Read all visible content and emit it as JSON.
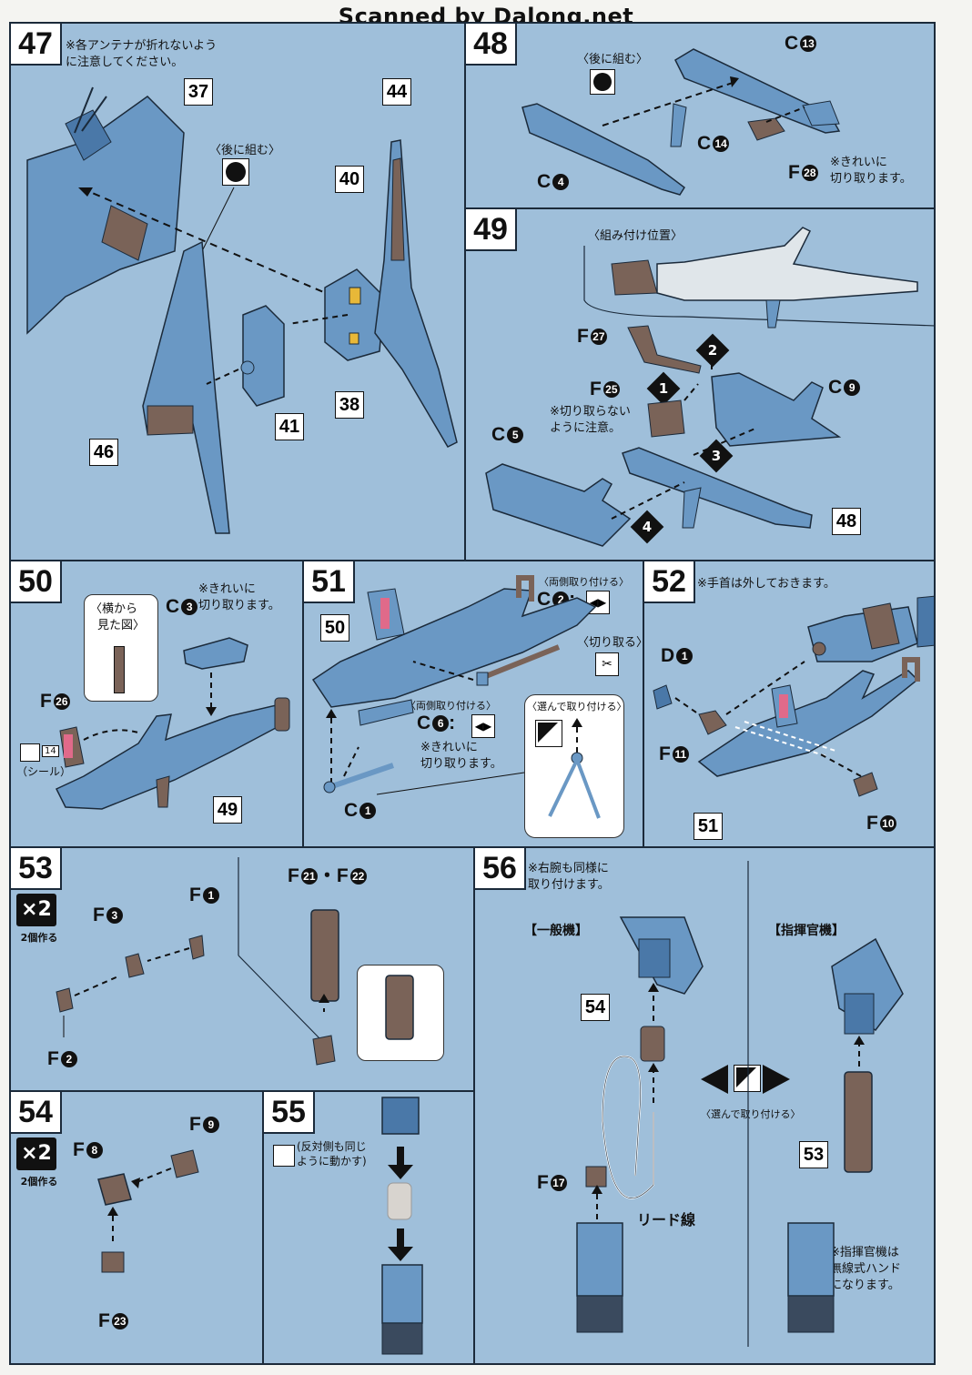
{
  "watermark": "Scanned by Dalong.net",
  "colors": {
    "panel": "#9fbfda",
    "part_blue": "#6a98c4",
    "part_brown": "#7a6358",
    "border": "#1b2a3a",
    "accent": "#e06a8a"
  },
  "steps": {
    "s47": {
      "num": "47",
      "note1": "※各アンテナが折れないよう",
      "note2": "に注意してください。",
      "later": "〈後に組む〉",
      "labels": [
        "37",
        "44",
        "40",
        "38",
        "41",
        "46"
      ]
    },
    "s48": {
      "num": "48",
      "later": "〈後に組む〉",
      "c13": "C",
      "c13n": "13",
      "c14": "C",
      "c14n": "14",
      "c4": "C",
      "c4n": "4",
      "f28": "F",
      "f28n": "28",
      "note1": "※きれいに",
      "note2": "切り取ります。"
    },
    "s49": {
      "num": "49",
      "position": "〈組み付け位置〉",
      "f27": "F",
      "f27n": "27",
      "f25": "F",
      "f25n": "25",
      "c9": "C",
      "c9n": "9",
      "c5": "C",
      "c5n": "5",
      "note1": "※切り取らない",
      "note2": "ように注意。",
      "box48": "48",
      "order": [
        "1",
        "2",
        "3",
        "4"
      ]
    },
    "s50": {
      "num": "50",
      "side1": "〈横から",
      "side2": "見た図〉",
      "c3": "C",
      "c3n": "3",
      "note1": "※きれいに",
      "note2": "切り取ります。",
      "f26": "F",
      "f26n": "26",
      "sticker_num": "14",
      "sticker": "（シール）",
      "box49": "49"
    },
    "s51": {
      "num": "51",
      "box50": "50",
      "c2": "C",
      "c2n": "2",
      "both1": "〈両側取り付ける〉",
      "cut": "〈切り取る〉",
      "both2": "〈両側取り付ける〉",
      "c6": "C",
      "c6n": "6",
      "choose": "〈選んで取り付ける〉",
      "note1": "※きれいに",
      "note2": "切り取ります。",
      "c1": "C",
      "c1n": "1"
    },
    "s52": {
      "num": "52",
      "note": "※手首は外しておきます。",
      "d1": "D",
      "d1n": "1",
      "f11": "F",
      "f11n": "11",
      "f10": "F",
      "f10n": "10",
      "box51": "51"
    },
    "s53": {
      "num": "53",
      "x2": "×2",
      "x2cap": "2個作る",
      "f3": "F",
      "f3n": "3",
      "f1": "F",
      "f1n": "1",
      "f2": "F",
      "f2n": "2",
      "f21": "F",
      "f21n": "21",
      "dot": "・",
      "f22": "F",
      "f22n": "22"
    },
    "s54": {
      "num": "54",
      "x2": "×2",
      "x2cap": "2個作る",
      "f8": "F",
      "f8n": "8",
      "f9": "F",
      "f9n": "9",
      "f23": "F",
      "f23n": "23"
    },
    "s55": {
      "num": "55",
      "note1": "(反対側も同じ",
      "note2": "ように動かす)"
    },
    "s56": {
      "num": "56",
      "note1": "※右腕も同様に",
      "note2": "取り付けます。",
      "general": "【一般機】",
      "commander": "【指揮官機】",
      "box54": "54",
      "box53": "53",
      "f17": "F",
      "f17n": "17",
      "lead": "リード線",
      "choose": "〈選んで取り付ける〉",
      "cmd1": "※指揮官機は",
      "cmd2": "無線式ハンド",
      "cmd3": "になります。"
    }
  }
}
